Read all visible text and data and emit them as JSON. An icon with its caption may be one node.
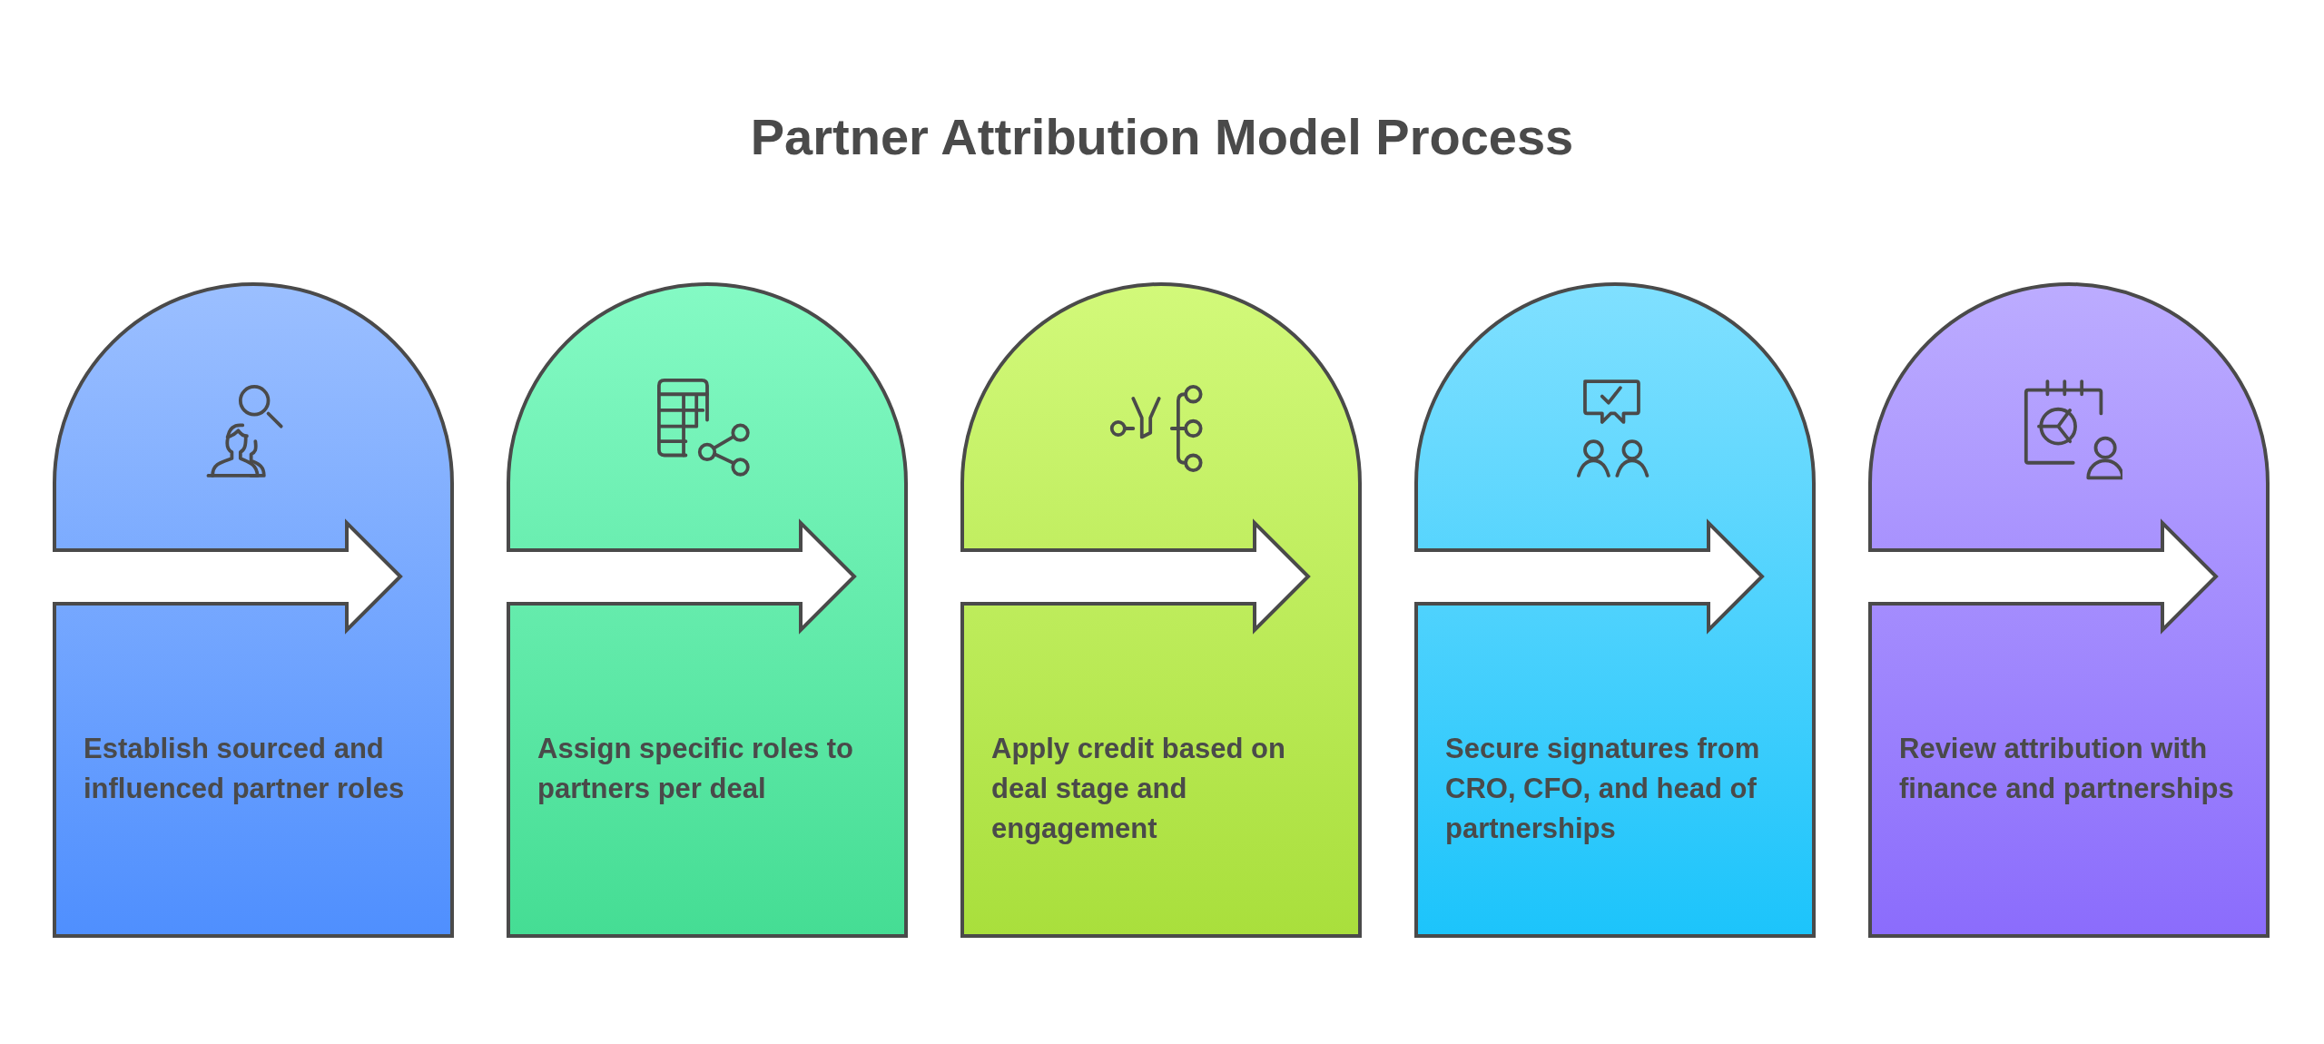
{
  "diagram": {
    "title": "Partner Attribution Model Process",
    "nodes": [
      {
        "text": [
          "Establish sourced and influenced partner roles"
        ]
      },
      {
        "text": [
          "Assign specific roles to partners per deal"
        ]
      },
      {
        "text": [
          "Apply credit based on deal stage and engagement"
        ]
      },
      {
        "text": [
          "Secure signatures from CRO, CFO, and head of partnerships"
        ]
      },
      {
        "text": [
          "Review attribution with finance and partnerships"
        ]
      }
    ]
  }
}
